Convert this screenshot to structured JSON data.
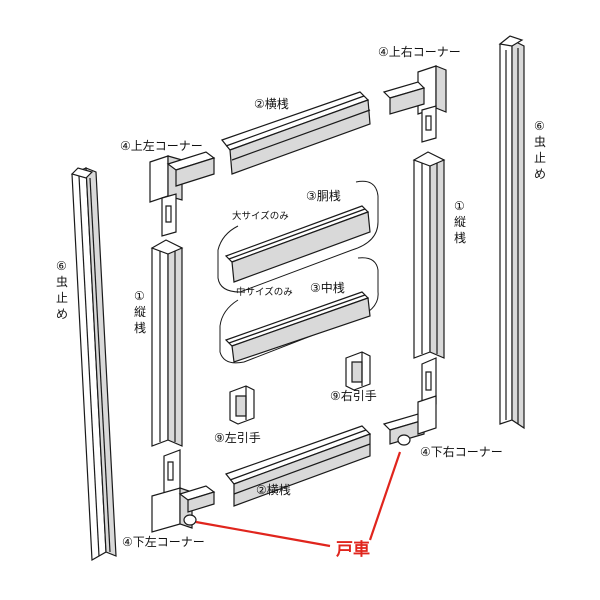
{
  "labels": {
    "top_right_corner": "④上右コーナー",
    "top_left_corner": "④上左コーナー",
    "top_rail": "②横桟",
    "bottom_rail": "②横桟",
    "large_size_only": "大サイズのみ",
    "mid_rail_large": "③胴桟",
    "mid_size_only": "中サイズのみ",
    "mid_rail_mid": "③中桟",
    "right_handle": "⑨右引手",
    "left_handle": "⑨左引手",
    "bottom_right_corner": "④下右コーナー",
    "bottom_left_corner": "④下左コーナー",
    "door_roller": "戸車",
    "left_stile": [
      "①",
      "縦",
      "桟"
    ],
    "right_stile": [
      "①",
      "縦",
      "桟"
    ],
    "left_weatherstrip": [
      "⑥",
      "虫",
      "止",
      "め"
    ],
    "right_weatherstrip": [
      "⑥",
      "虫",
      "止",
      "め"
    ]
  },
  "colors": {
    "line": "#1a1a1a",
    "part_fill": "#ffffff",
    "shade": "#d9d9d9",
    "accent": "#e0251d"
  }
}
